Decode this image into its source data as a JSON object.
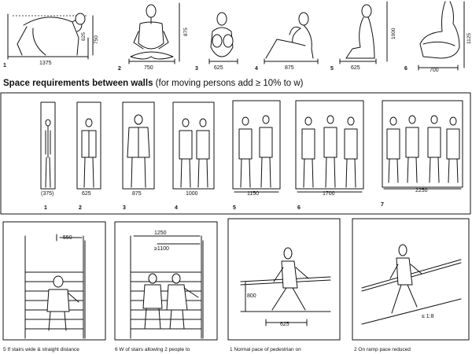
{
  "section_heading": {
    "bold": "Space requirements between walls",
    "note": "(for moving persons add ≥ 10% to w)"
  },
  "postures": [
    {
      "number": "1",
      "width": "1375",
      "heights": [
        "625",
        "750"
      ]
    },
    {
      "number": "2",
      "width": "750",
      "heights": [
        "875"
      ]
    },
    {
      "number": "3",
      "width": "625",
      "heights": []
    },
    {
      "number": "4",
      "width": "875",
      "heights": []
    },
    {
      "number": "5",
      "width": "625",
      "heights": [
        "1000"
      ]
    },
    {
      "number": "6",
      "width": "700",
      "heights": [
        "1125"
      ]
    }
  ],
  "walls": [
    {
      "number": "1",
      "width": "(375)"
    },
    {
      "number": "2",
      "width": "625"
    },
    {
      "number": "3",
      "width": "875"
    },
    {
      "number": "4",
      "width": "1000"
    },
    {
      "number": "5",
      "width": "1150"
    },
    {
      "number": "6",
      "width": "1700"
    },
    {
      "number": "7",
      "width": "2250"
    }
  ],
  "stairs": [
    {
      "labels": [
        "550"
      ],
      "caption": "5   If stairs wide & straight distance"
    },
    {
      "labels": [
        "1250",
        "≥1100"
      ],
      "caption": "6   W of stairs allowing 2 people to"
    }
  ],
  "walking": [
    {
      "labels": [
        "800",
        "625"
      ],
      "caption": "1   Normal pace of pedestrian on"
    },
    {
      "labels": [
        "≤ 1:8"
      ],
      "caption": "2   On ramp pace reduced"
    }
  ]
}
